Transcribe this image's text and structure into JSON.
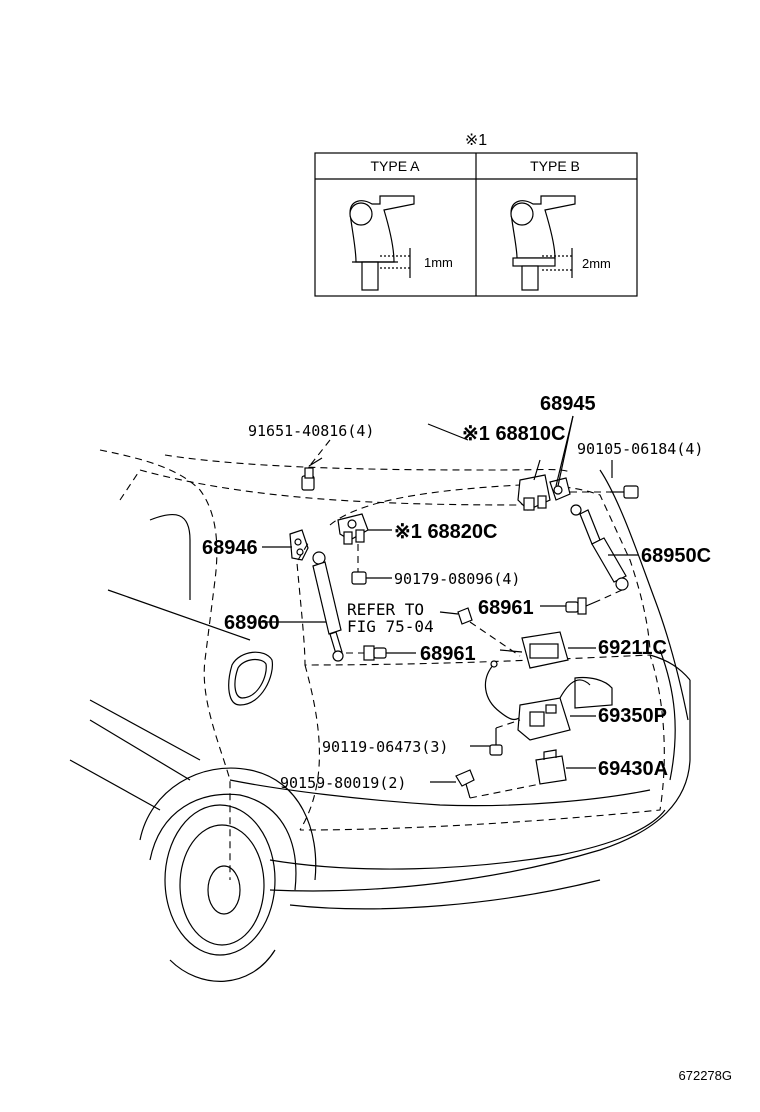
{
  "inset": {
    "marker": "※1",
    "col_a": "TYPE A",
    "col_b": "TYPE B",
    "dim_a": "1mm",
    "dim_b": "2mm"
  },
  "labels": {
    "p68945": "68945",
    "p91651": "91651-40816(4)",
    "p68810c": "※1 68810C",
    "p90105": "90105-06184(4)",
    "p68820c": "※1 68820C",
    "p68946": "68946",
    "p68950c": "68950C",
    "p90179": "90179-08096(4)",
    "p68960": "68960",
    "refer1": "REFER TO",
    "refer2": "FIG 75-04",
    "p68961a": "68961",
    "p68961b": "68961",
    "p69211c": "69211C",
    "p69350p": "69350P",
    "p90119": "90119-06473(3)",
    "p69430a": "69430A",
    "p90159": "90159-80019(2)"
  },
  "footer": {
    "code": "672278G"
  }
}
